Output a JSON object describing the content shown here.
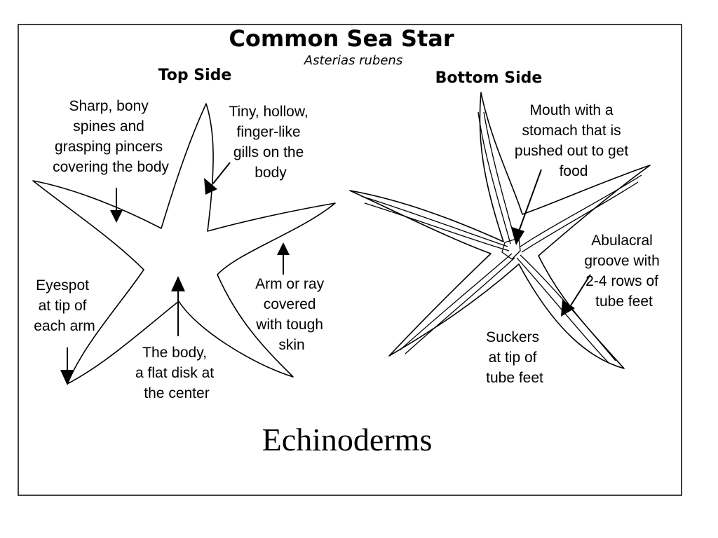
{
  "title": "Common Sea Star",
  "subtitle": "Asterias rubens",
  "top_side": {
    "heading": "Top Side",
    "labels": {
      "spines": [
        "Sharp, bony",
        "spines and",
        "grasping pincers",
        "covering the body"
      ],
      "gills": [
        "Tiny, hollow,",
        "finger-like",
        "gills on the",
        "body"
      ],
      "eyespot": [
        "Eyespot",
        "at tip of",
        "each arm"
      ],
      "arm": [
        "Arm or ray",
        "covered",
        "with tough",
        "skin"
      ],
      "body": [
        "The body,",
        "a flat disk at",
        "the center"
      ]
    }
  },
  "bottom_side": {
    "heading": "Bottom Side",
    "labels": {
      "mouth": [
        "Mouth with a",
        "stomach that is",
        "pushed out to get",
        "food"
      ],
      "groove": [
        "Abulacral",
        "groove with",
        "2-4 rows of",
        "tube feet"
      ],
      "suckers": [
        "Suckers",
        "at tip of",
        "tube feet"
      ]
    }
  },
  "caption": "Echinoderms"
}
